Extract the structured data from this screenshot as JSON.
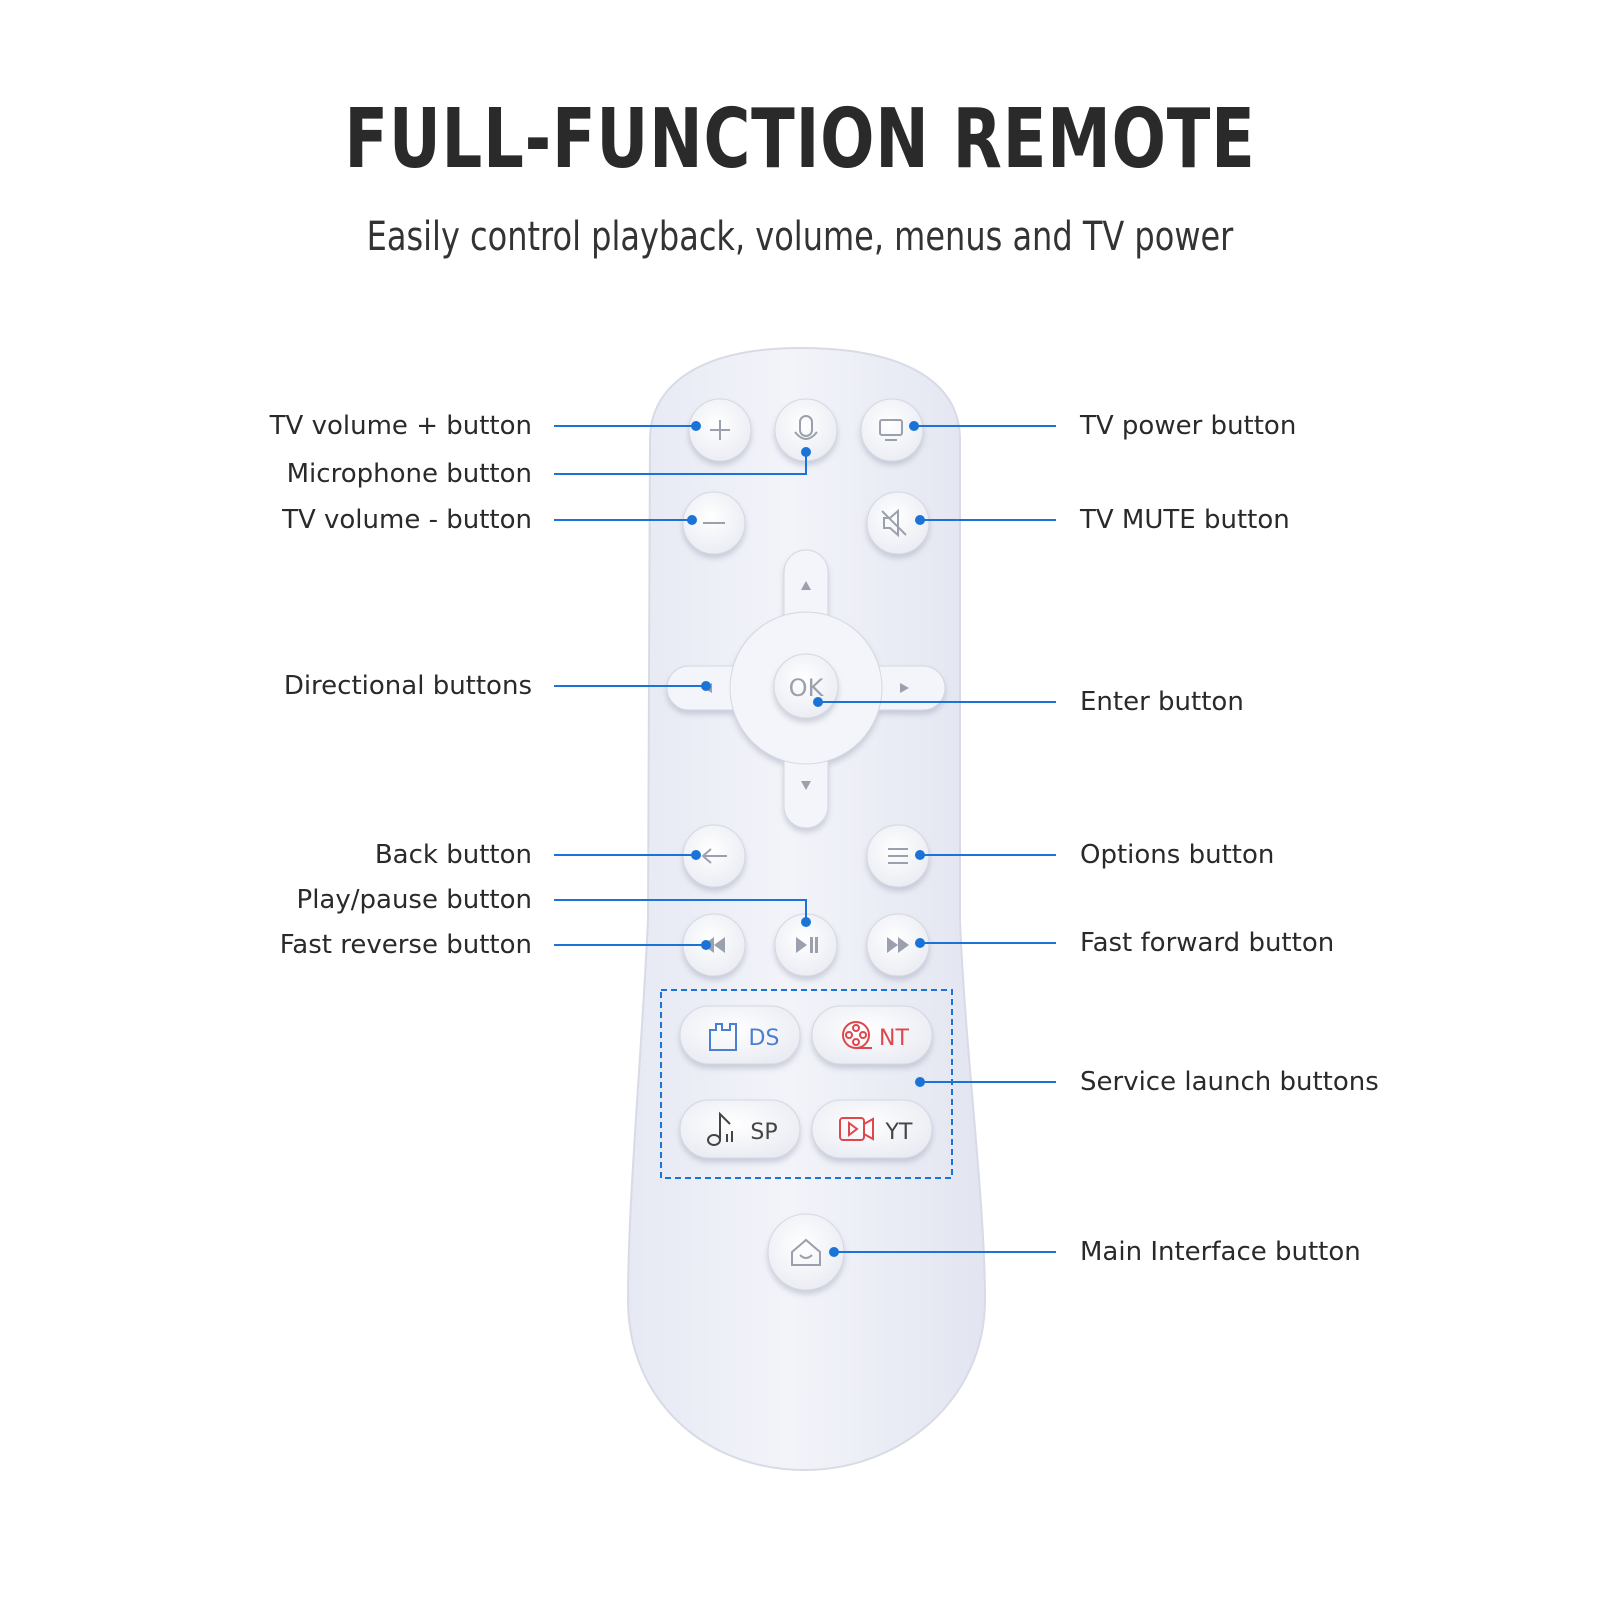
{
  "title": "FULL-FUNCTION REMOTE",
  "subtitle": "Easily control playback, volume, menus and TV power",
  "labels_left": [
    {
      "id": "tv-volume-plus",
      "text": "TV volume + button"
    },
    {
      "id": "microphone",
      "text": "Microphone button"
    },
    {
      "id": "tv-volume-minus",
      "text": "TV volume - button"
    },
    {
      "id": "directional",
      "text": "Directional buttons"
    },
    {
      "id": "back",
      "text": "Back button"
    },
    {
      "id": "play-pause",
      "text": "Play/pause button"
    },
    {
      "id": "fast-reverse",
      "text": "Fast reverse button"
    }
  ],
  "labels_right": [
    {
      "id": "tv-power",
      "text": "TV power button"
    },
    {
      "id": "tv-mute",
      "text": "TV MUTE button"
    },
    {
      "id": "enter",
      "text": "Enter button"
    },
    {
      "id": "options",
      "text": "Options button"
    },
    {
      "id": "fast-forward",
      "text": "Fast forward button"
    },
    {
      "id": "service-launch",
      "text": "Service launch buttons"
    },
    {
      "id": "main-interface",
      "text": "Main Interface button"
    }
  ],
  "remote": {
    "ok_label": "OK",
    "services": [
      {
        "code": "DS",
        "color": "#4a7fd1",
        "icon": "castle-icon"
      },
      {
        "code": "NT",
        "color": "#e0474c",
        "icon": "film-reel-icon"
      },
      {
        "code": "SP",
        "color": "#444444",
        "icon": "music-note-icon"
      },
      {
        "code": "YT",
        "color": "#e0474c",
        "icon": "video-camera-icon"
      }
    ]
  },
  "colors": {
    "callout": "#1a73d6",
    "remote_body": "#eef0f7",
    "button": "#f4f5fa"
  }
}
